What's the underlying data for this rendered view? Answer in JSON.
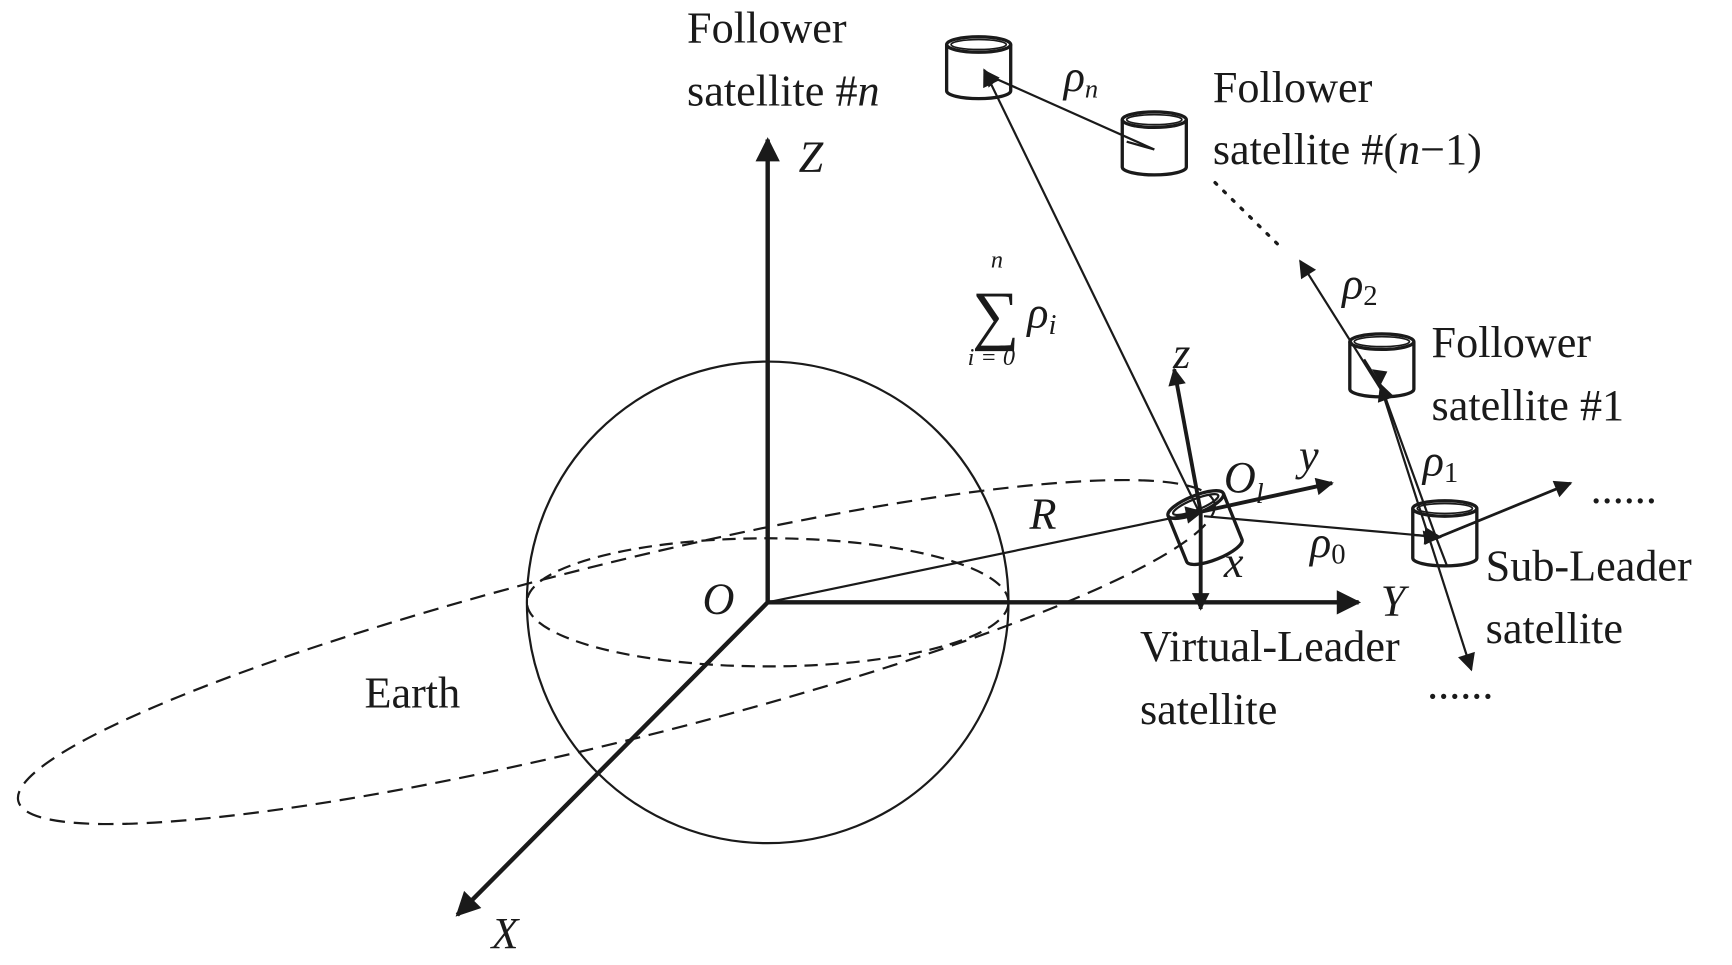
{
  "axes": {
    "Z": "Z",
    "Y": "Y",
    "X": "X",
    "origin": "O"
  },
  "local_axes": {
    "z": "z",
    "y": "y",
    "x": "x",
    "origin": "O",
    "origin_sub": "l"
  },
  "earth_label": "Earth",
  "radius_label": "R",
  "rho": {
    "symbol": "ρ",
    "n": "n",
    "s0": "0",
    "s1": "1",
    "s2": "2"
  },
  "sum": {
    "sigma": "∑",
    "upper": "n",
    "lower": "i = 0",
    "term": "ρ",
    "term_sub": "i"
  },
  "satellites": {
    "follower_n": {
      "line1": "Follower",
      "line2": "satellite #",
      "line2_it": "n"
    },
    "follower_n1": {
      "line1": "Follower",
      "line2a": "satellite #(",
      "line2_it": "n",
      "line2b": "−1)"
    },
    "follower_1": {
      "line1": "Follower",
      "line2": "satellite #1"
    },
    "sub_leader": {
      "line1": "Sub-Leader",
      "line2": "satellite"
    },
    "virtual_leader": {
      "line1": "Virtual-Leader",
      "line2": "satellite"
    }
  },
  "ellipsis": "......"
}
